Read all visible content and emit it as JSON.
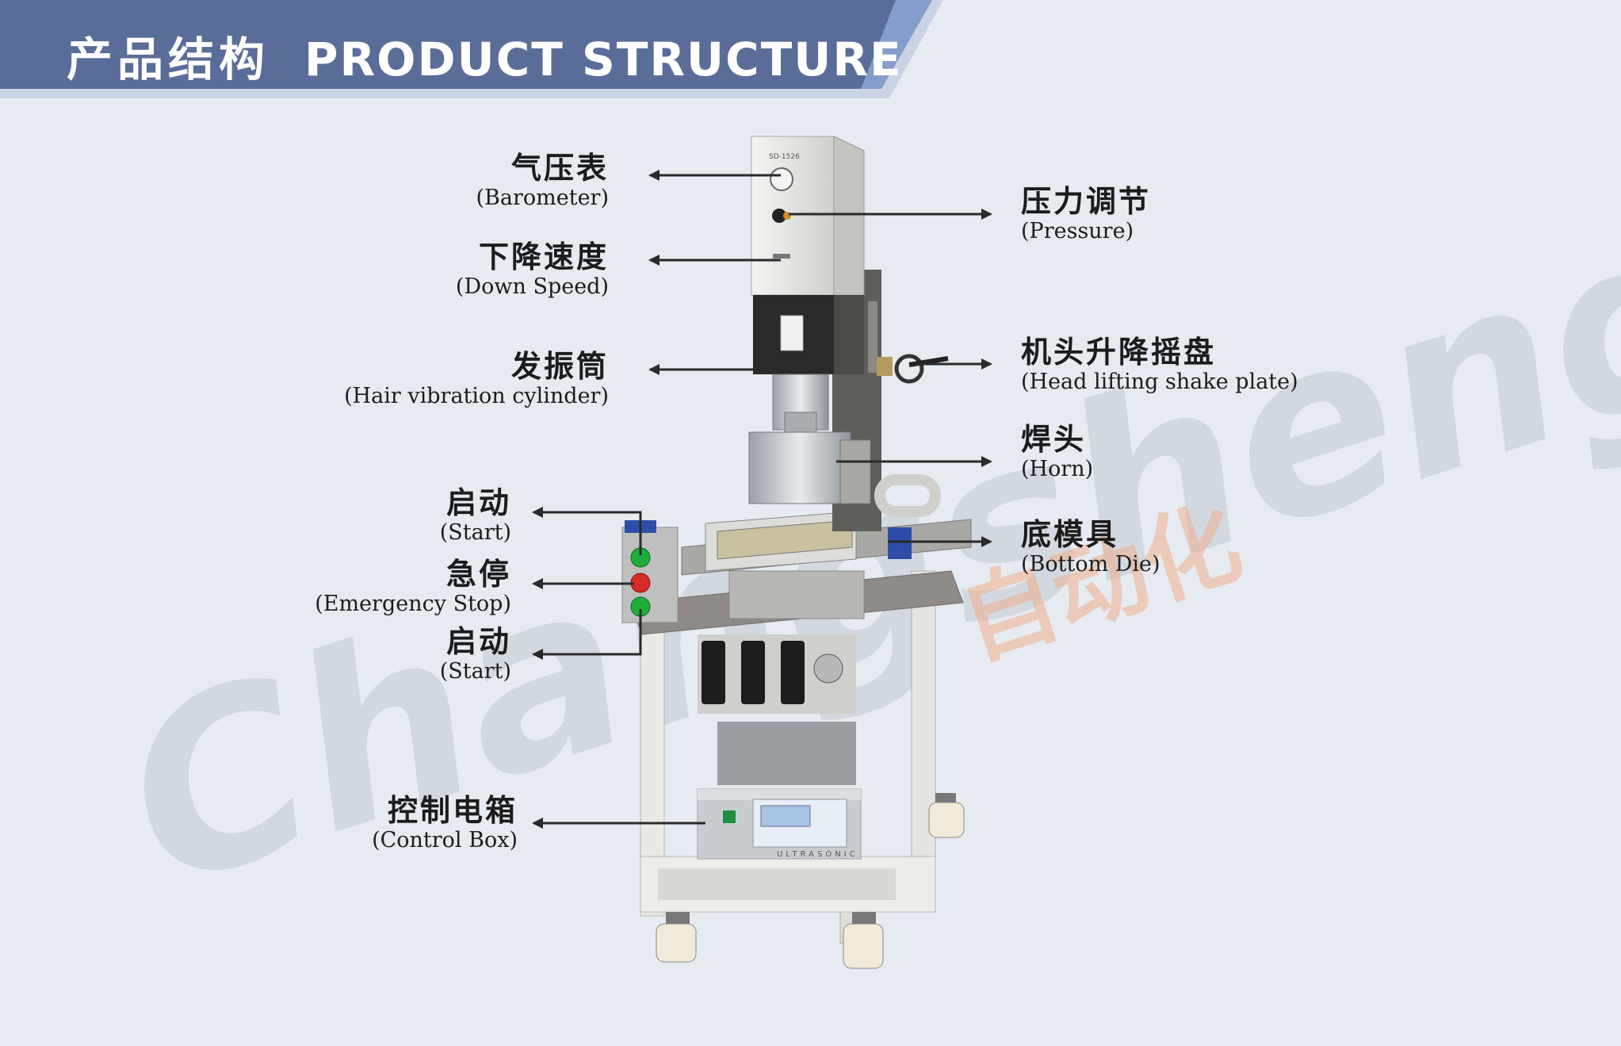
{
  "header": {
    "title_zh": "产品结构",
    "title_en": "PRODUCT STRUCTURE",
    "bg_color": "#5a6d99",
    "accent_color": "#7e96c4"
  },
  "machine": {
    "model_plate": "SD-1526",
    "control_box_text": "ULTRASONIC"
  },
  "watermark": {
    "text": "Changsheng",
    "text_zh": "自动化"
  },
  "labels": {
    "barometer": {
      "zh": "气压表",
      "en": "(Barometer)"
    },
    "down_speed": {
      "zh": "下降速度",
      "en": "(Down Speed)"
    },
    "hair_vibration": {
      "zh": "发振筒",
      "en": "(Hair vibration cylinder)"
    },
    "start_top": {
      "zh": "启动",
      "en": "(Start)"
    },
    "emergency_stop": {
      "zh": "急停",
      "en": "(Emergency Stop)"
    },
    "start_bottom": {
      "zh": "启动",
      "en": "(Start)"
    },
    "control_box": {
      "zh": "控制电箱",
      "en": "(Control Box)"
    },
    "pressure": {
      "zh": "压力调节",
      "en": "(Pressure)"
    },
    "head_lifting": {
      "zh": "机头升降摇盘",
      "en": "(Head lifting shake plate)"
    },
    "horn": {
      "zh": "焊头",
      "en": "(Horn)"
    },
    "bottom_die": {
      "zh": "底模具",
      "en": "(Bottom Die)"
    }
  }
}
